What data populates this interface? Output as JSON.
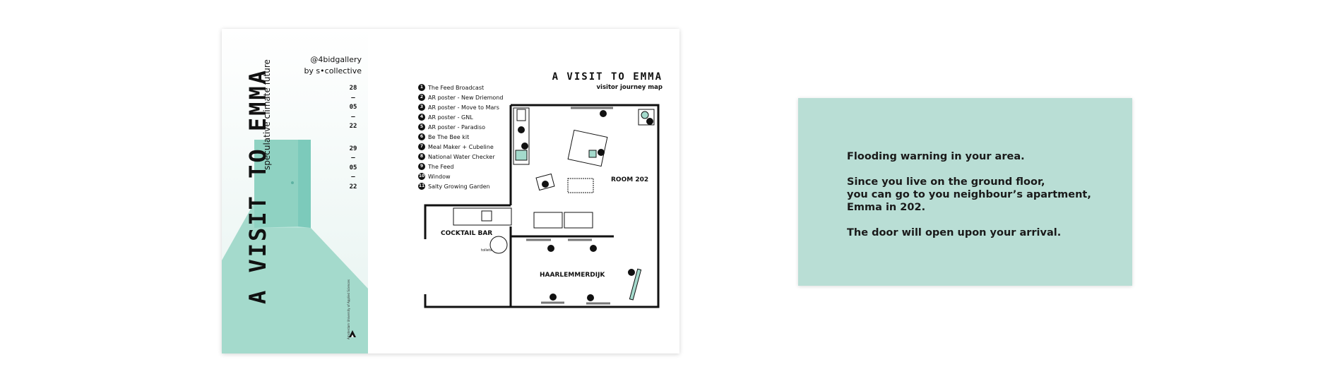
{
  "poster": {
    "title": "A VISIT TO EMMA",
    "subtitle": "speculative climate future",
    "handle": "@4bidgallery",
    "byline": "by s•collective",
    "dates": [
      "28",
      "–",
      "05",
      "–",
      "22",
      "29",
      "–",
      "05",
      "–",
      "22"
    ],
    "credit": "Amsterdam University of Applied Sciences",
    "colors": {
      "accent": "#a4dacc",
      "accent_dark": "#7ccabb",
      "ink": "#111111"
    }
  },
  "map": {
    "title": "A VISIT TO EMMA",
    "subtitle": "visitor journey map",
    "legend": [
      {
        "n": "1",
        "label": "The Feed Broadcast"
      },
      {
        "n": "2",
        "label": "AR poster - New Driemond"
      },
      {
        "n": "3",
        "label": "AR poster - Move to Mars"
      },
      {
        "n": "4",
        "label": "AR poster - GNL"
      },
      {
        "n": "5",
        "label": "AR poster - Paradiso"
      },
      {
        "n": "6",
        "label": "Be The Bee kit"
      },
      {
        "n": "7",
        "label": "Meal Maker + Cubeline"
      },
      {
        "n": "8",
        "label": "National Water Checker"
      },
      {
        "n": "9",
        "label": "The Feed"
      },
      {
        "n": "10",
        "label": "Window"
      },
      {
        "n": "11",
        "label": "Salty Growing Garden"
      }
    ],
    "rooms": {
      "room_202": "ROOM 202",
      "cocktail_bar": "COCKTAIL BAR",
      "haarlemmerdijk": "HAARLEMMERDIJK",
      "toilets": "toilets"
    }
  },
  "notice": {
    "line1": "Flooding warning in your area.",
    "para2_line1": "Since you live on the ground floor,",
    "para2_line2": "you can go to you neighbour’s apartment,",
    "para2_line3": "Emma in 202.",
    "line4": "The door will open upon your arrival."
  }
}
